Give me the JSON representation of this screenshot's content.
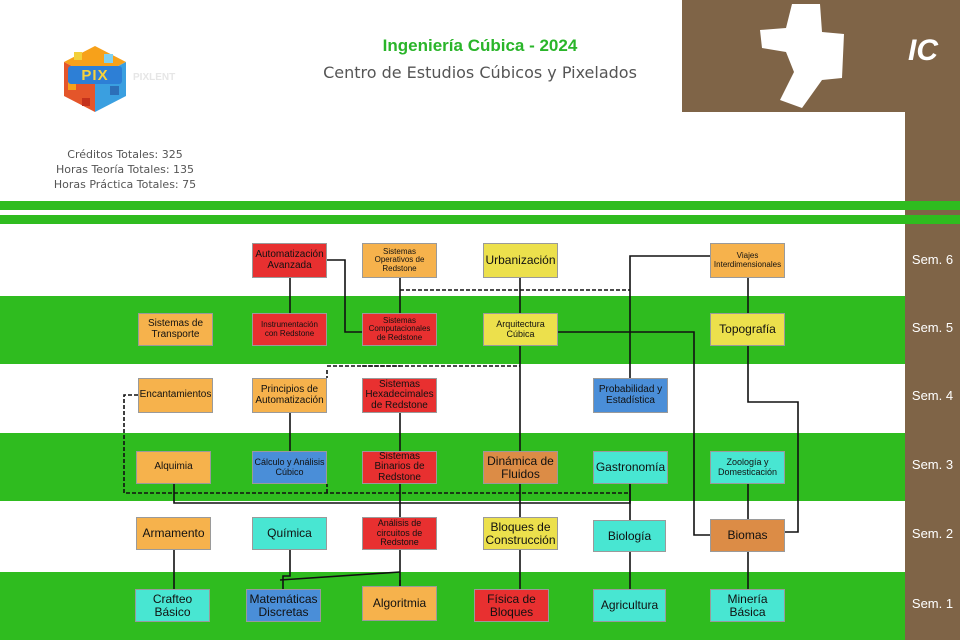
{
  "header": {
    "title": "Ingeniería Cúbica - 2024",
    "subtitle": "Centro de Estudios Cúbicos y Pixelados",
    "logo_text": "PIXLENT",
    "logo_badge": "PIX",
    "corner_label": "IC"
  },
  "stats": {
    "credits": "Créditos Totales: 325",
    "theory": "Horas Teoría Totales: 135",
    "practice": "Horas Práctica Totales: 75"
  },
  "colors": {
    "title_green": "#2ab52a",
    "band_green": "#2fbc1f",
    "sidebar_brown": "#7f6447",
    "red": "#e83030",
    "orange": "#f6b24c",
    "yellow": "#ece04c",
    "blue": "#4a8ed8",
    "cyan": "#48e6d2",
    "brown": "#dc8c46"
  },
  "semesters": [
    {
      "label": "Sem. 6"
    },
    {
      "label": "Sem. 5"
    },
    {
      "label": "Sem. 4"
    },
    {
      "label": "Sem. 3"
    },
    {
      "label": "Sem. 2"
    },
    {
      "label": "Sem. 1"
    }
  ],
  "courses": {
    "automatizacion_avanzada": {
      "label": "Automatización Avanzada",
      "color": "red"
    },
    "sistemas_operativos": {
      "label": "Sistemas Operativos de Redstone",
      "color": "orange"
    },
    "urbanizacion": {
      "label": "Urbanización",
      "color": "yellow"
    },
    "viajes_interdimensionales": {
      "label": "Viajes Interdimensionales",
      "color": "orange"
    },
    "sistemas_transporte": {
      "label": "Sistemas de Transporte",
      "color": "orange"
    },
    "instrumentacion": {
      "label": "Instrumentación con Redstone",
      "color": "red"
    },
    "sistemas_computacionales": {
      "label": "Sistemas Computacionales de Redstone",
      "color": "red"
    },
    "arquitectura_cubica": {
      "label": "Arquitectura Cúbica",
      "color": "yellow"
    },
    "topografia": {
      "label": "Topografía",
      "color": "yellow"
    },
    "encantamientos": {
      "label": "Encantamientos",
      "color": "orange"
    },
    "principios_automatizacion": {
      "label": "Principios de Automatización",
      "color": "orange"
    },
    "sistemas_hexadecimales": {
      "label": "Sistemas Hexadecimales de Redstone",
      "color": "red"
    },
    "probabilidad": {
      "label": "Probabilidad y Estadística",
      "color": "blue"
    },
    "alquimia": {
      "label": "Alquimia",
      "color": "orange"
    },
    "calculo": {
      "label": "Cálculo y Análisis Cúbico",
      "color": "blue"
    },
    "sistemas_binarios": {
      "label": "Sistemas Binarios de Redstone",
      "color": "red"
    },
    "dinamica_fluidos": {
      "label": "Dinámica de Fluidos",
      "color": "brown"
    },
    "gastronomia": {
      "label": "Gastronomía",
      "color": "cyan"
    },
    "zoologia": {
      "label": "Zoología y Domesticación",
      "color": "cyan"
    },
    "armamento": {
      "label": "Armamento",
      "color": "orange"
    },
    "quimica": {
      "label": "Química",
      "color": "cyan"
    },
    "analisis_circuitos": {
      "label": "Análisis de circuitos de Redstone",
      "color": "red"
    },
    "bloques_construccion": {
      "label": "Bloques de Construcción",
      "color": "yellow"
    },
    "biologia": {
      "label": "Biología",
      "color": "cyan"
    },
    "biomas": {
      "label": "Biomas",
      "color": "brown"
    },
    "crafteo_basico": {
      "label": "Crafteo Básico",
      "color": "cyan"
    },
    "matematicas_discretas": {
      "label": "Matemáticas Discretas",
      "color": "blue"
    },
    "algoritmia": {
      "label": "Algoritmia",
      "color": "orange"
    },
    "fisica_bloques": {
      "label": "Física de Bloques",
      "color": "red"
    },
    "agricultura": {
      "label": "Agricultura",
      "color": "cyan"
    },
    "mineria_basica": {
      "label": "Minería Básica",
      "color": "cyan"
    }
  }
}
